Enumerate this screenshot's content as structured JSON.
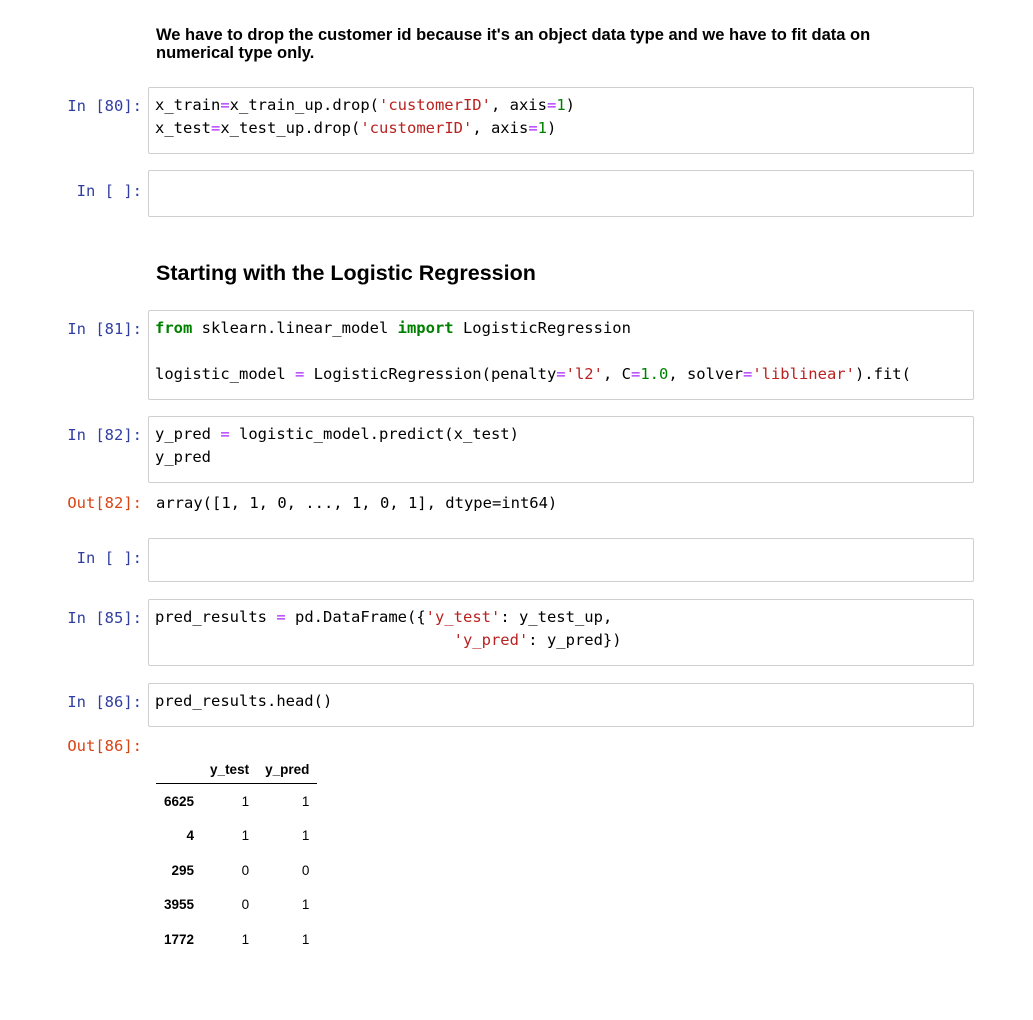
{
  "notebook": {
    "markdown_1": {
      "line1": "We have to drop the customer id because it's an object data type and we have to fit data on",
      "line2": "numerical type only."
    },
    "cell_80": {
      "prompt": "In [80]:",
      "lines": [
        [
          "x_train",
          "=",
          "x_train_up.drop(",
          "'customerID'",
          ", axis",
          "=",
          "1",
          ")"
        ],
        [
          "x_test",
          "=",
          "x_test_up.drop(",
          "'customerID'",
          ", axis",
          "=",
          "1",
          ")"
        ]
      ]
    },
    "empty_cell_1": {
      "prompt": "In [ ]:"
    },
    "heading": "Starting with the Logistic Regression",
    "cell_81": {
      "prompt": "In [81]:",
      "line1": {
        "kw_from": "from",
        "module": " sklearn.linear_model ",
        "kw_import": "import",
        "name": " LogisticRegression"
      },
      "line2": {
        "var": "logistic_model ",
        "eq": "=",
        "call": " LogisticRegression(penalty",
        "eq2": "=",
        "penalty": "'l2'",
        "c_part": ", C",
        "eq3": "=",
        "c_val": "1.0",
        "solver_part": ", solver",
        "eq4": "=",
        "solver": "'liblinear'",
        "tail": ").fit("
      }
    },
    "cell_82": {
      "prompt": "In [82]:",
      "line1": {
        "var": "y_pred ",
        "eq": "=",
        "rest": " logistic_model.predict(x_test)"
      },
      "line2": "y_pred",
      "out_prompt": "Out[82]:",
      "output": "array([1, 1, 0, ..., 1, 0, 1], dtype=int64)"
    },
    "empty_cell_2": {
      "prompt": "In [ ]:"
    },
    "cell_85": {
      "prompt": "In [85]:",
      "line1": {
        "a": "pred_results ",
        "eq": "=",
        "b": " pd.DataFrame({",
        "s1": "'y_test'",
        "c": ": y_test_up,"
      },
      "line2": {
        "pad": "                                ",
        "s2": "'y_pred'",
        "d": ": y_pred})"
      }
    },
    "cell_86": {
      "prompt": "In [86]:",
      "code": "pred_results.head()",
      "out_prompt": "Out[86]:",
      "table": {
        "columns": [
          "",
          "y_test",
          "y_pred"
        ],
        "rows": [
          {
            "index": "6625",
            "y_test": "1",
            "y_pred": "1"
          },
          {
            "index": "4",
            "y_test": "1",
            "y_pred": "1"
          },
          {
            "index": "295",
            "y_test": "0",
            "y_pred": "0"
          },
          {
            "index": "3955",
            "y_test": "0",
            "y_pred": "1"
          },
          {
            "index": "1772",
            "y_test": "1",
            "y_pred": "1"
          }
        ]
      }
    }
  },
  "colors": {
    "in_prompt": "#303f9f",
    "out_prompt": "#d84315",
    "keyword": "#008000",
    "string": "#ba2121",
    "operator": "#aa22ff",
    "number": "#008000",
    "cell_border": "#cfcfcf"
  }
}
